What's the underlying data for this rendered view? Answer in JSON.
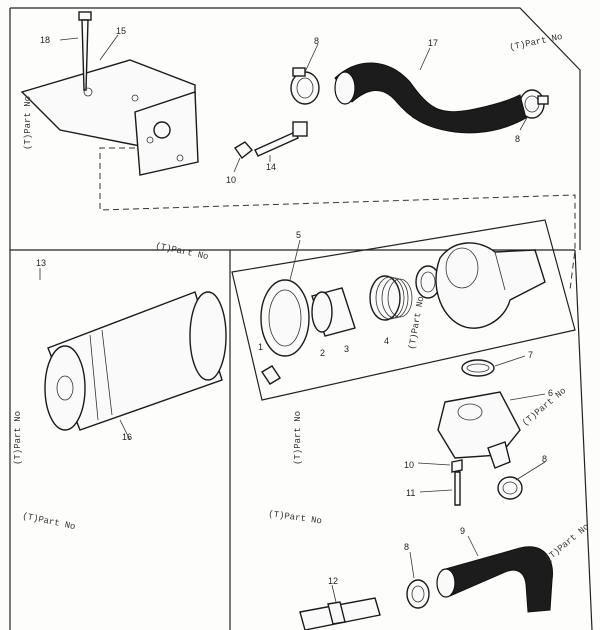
{
  "callouts": {
    "c18a": "18",
    "c15": "15",
    "c8a": "8",
    "c17": "17",
    "c8b": "8",
    "c10a": "10",
    "c14": "14",
    "c5": "5",
    "c1": "1",
    "c2": "2",
    "c3": "3",
    "c4": "4",
    "c16": "16",
    "c13": "13",
    "c7": "7",
    "c6": "6",
    "c10b": "10",
    "c8c": "8",
    "c11": "11",
    "c9": "9",
    "c12": "12",
    "c8d": "8"
  },
  "references": {
    "r_top_left": "(T)Part No",
    "r_top_right": "(T)Part No",
    "r_mid_left": "(T)Part No",
    "r_housing": "(T)Part No",
    "r_filter_left": "(T)Part No",
    "r_filter_lower": "(T)Part No",
    "r_box_bottom": "(T)Part No",
    "r_center_low": "(T)Part No",
    "r_right_mid": "(T)Part No",
    "r_right_low": "(T)Part No"
  },
  "colors": {
    "ink": "#1a1a1a",
    "paper": "#fdfdfb",
    "hose": "#1c1c1c"
  }
}
